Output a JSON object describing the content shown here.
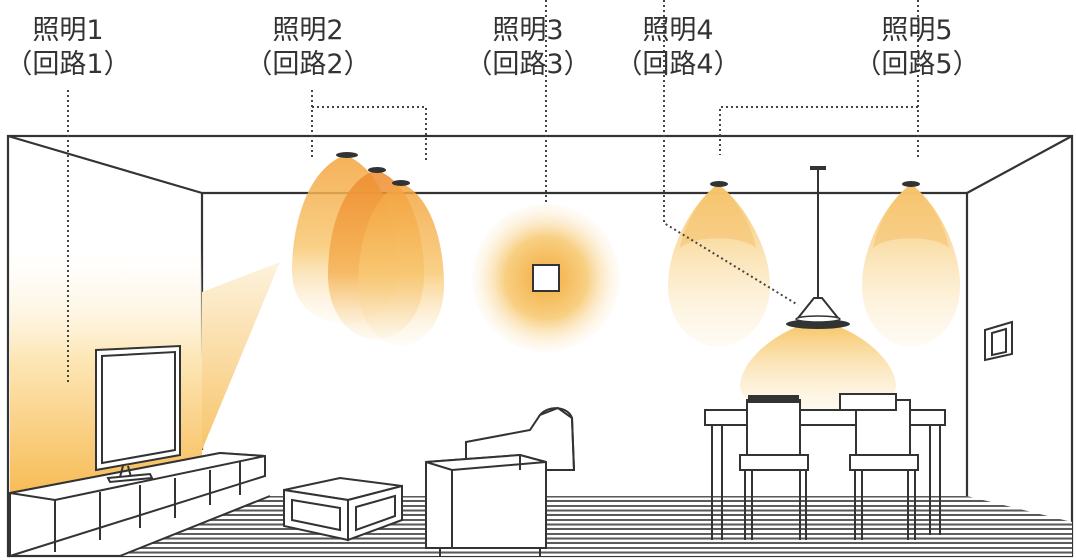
{
  "lights": [
    {
      "name": "照明1",
      "circuit": "（回路1）"
    },
    {
      "name": "照明2",
      "circuit": "（回路2）"
    },
    {
      "name": "照明3",
      "circuit": "（回路3）"
    },
    {
      "name": "照明4",
      "circuit": "（回路4）"
    },
    {
      "name": "照明5",
      "circuit": "（回路5）"
    }
  ],
  "colors": {
    "line": "#333333",
    "glow_core": "#f19a3a",
    "glow_mid": "#f6c266",
    "glow_soft": "#fbe3b1",
    "floor_stripe": "#555555"
  }
}
